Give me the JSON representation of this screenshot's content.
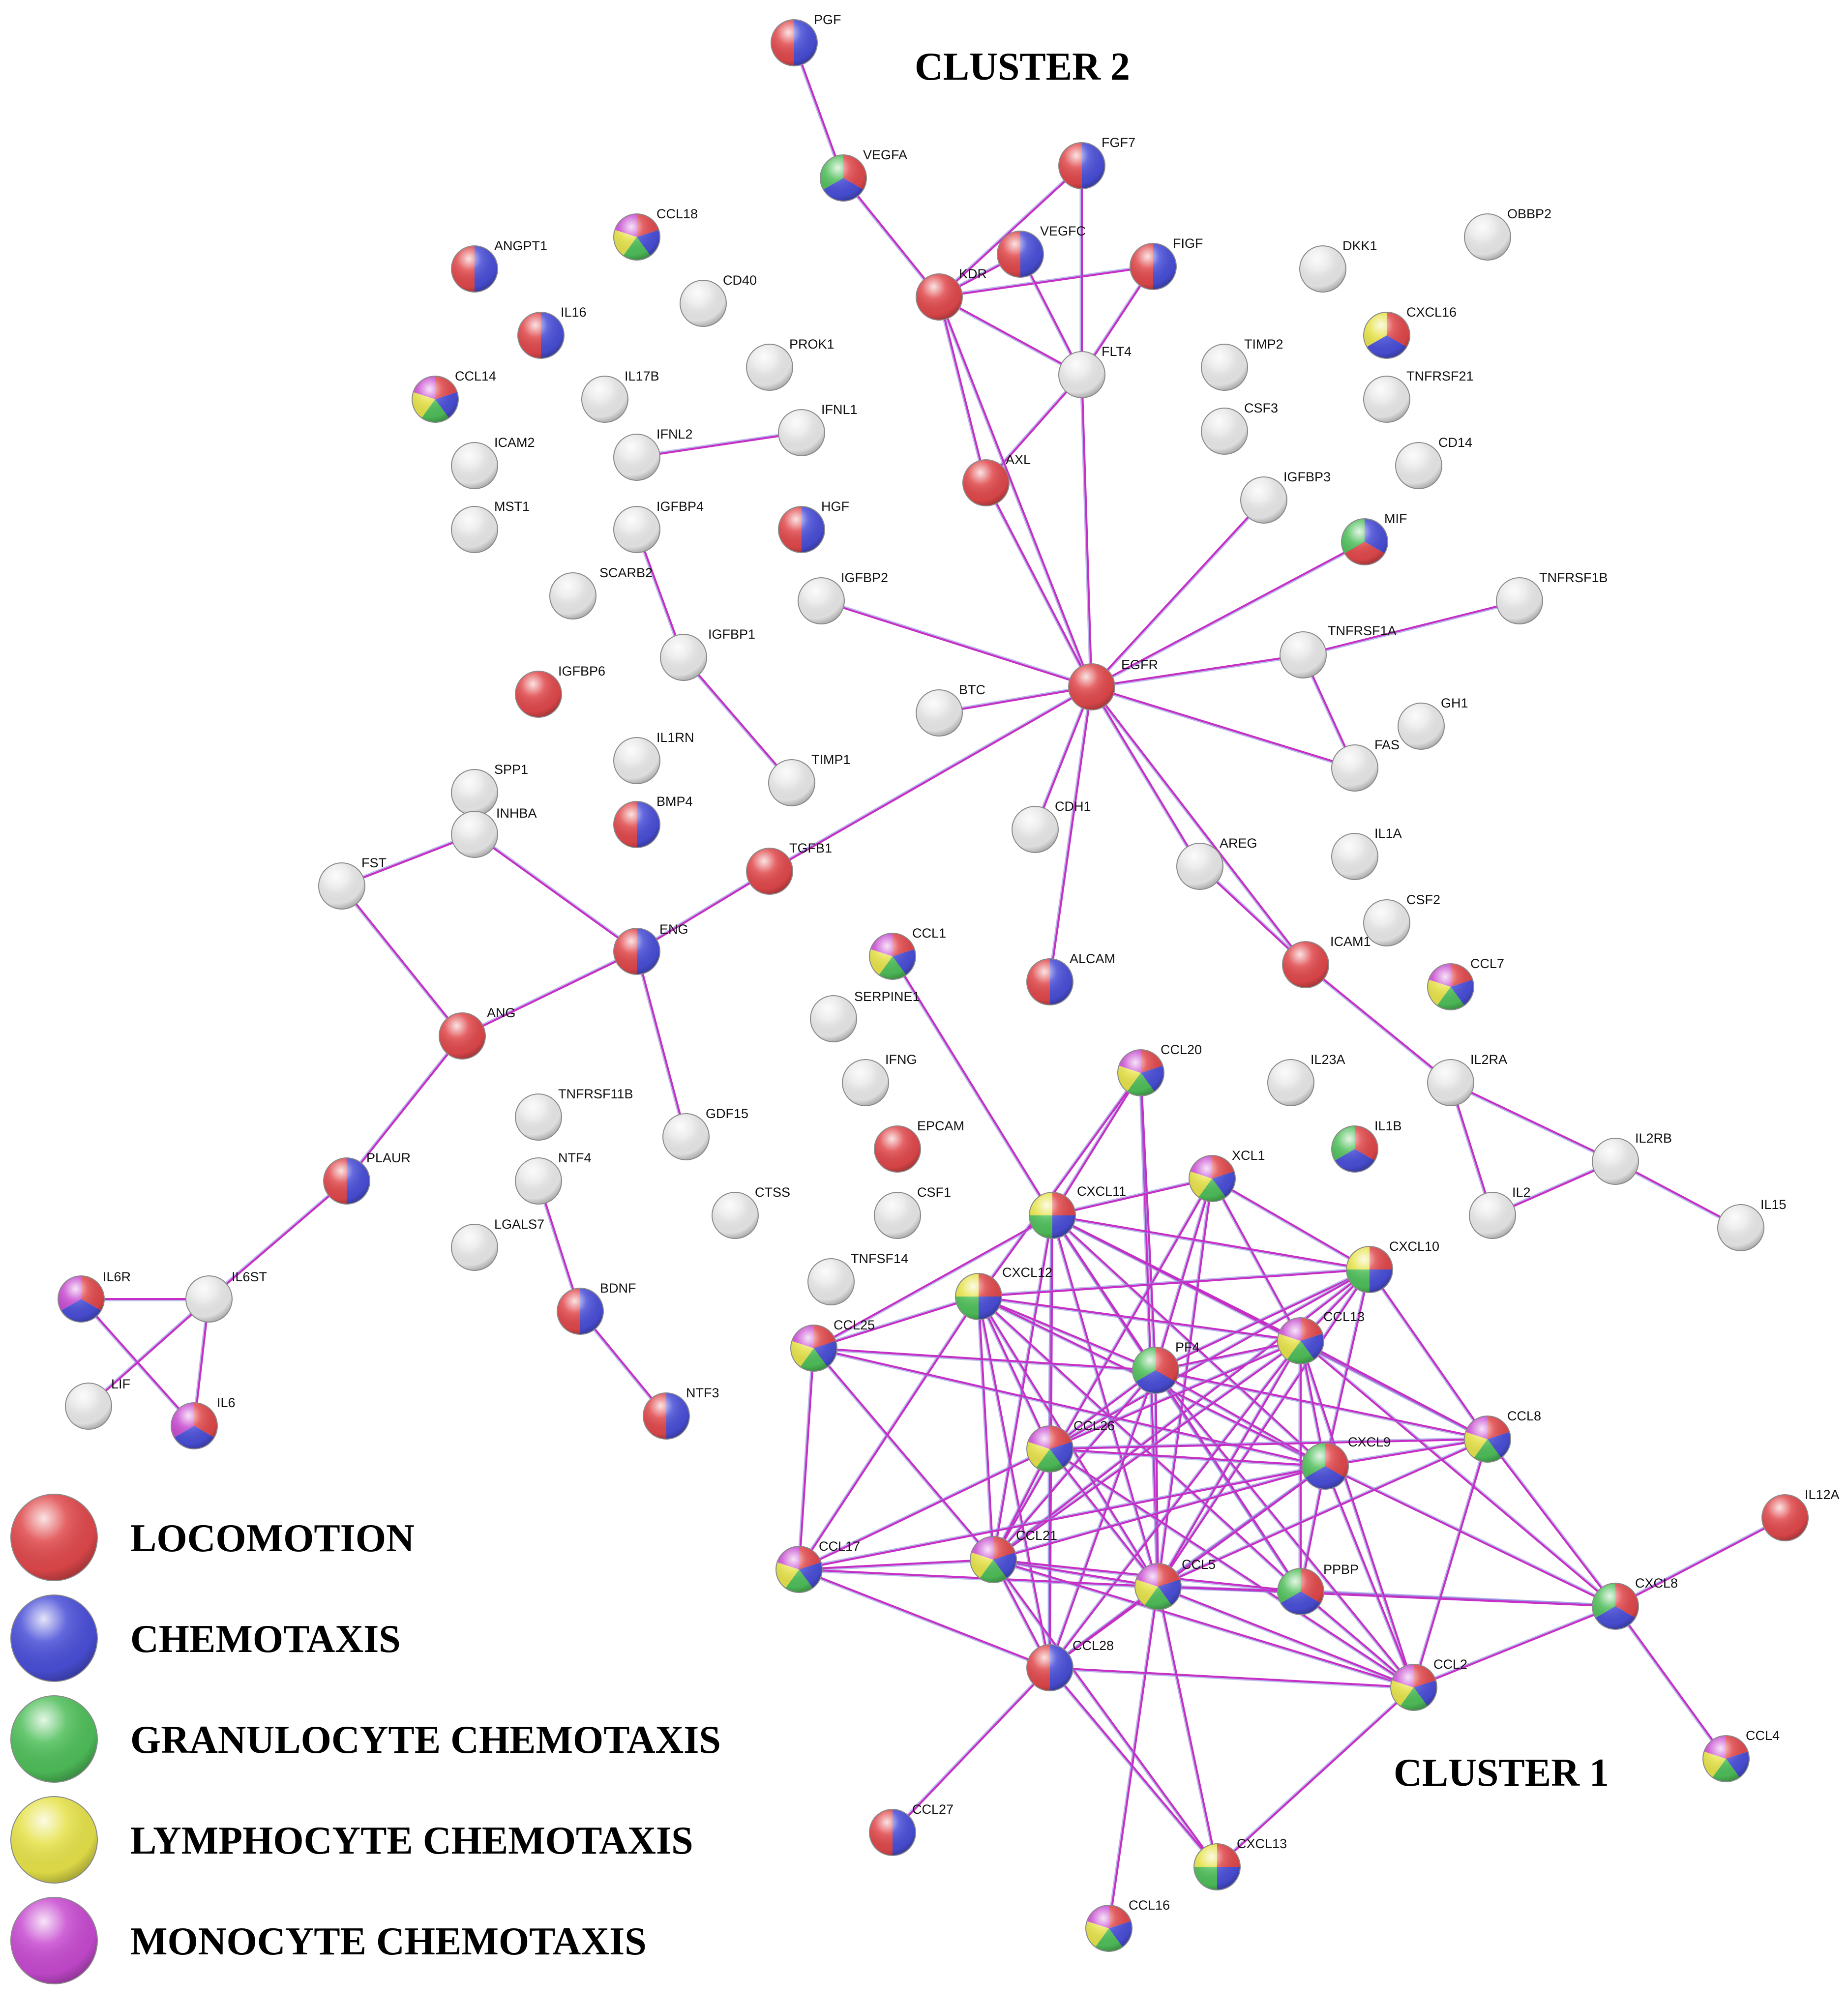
{
  "titles": {
    "cluster2": "CLUSTER 2",
    "cluster1": "CLUSTER 1"
  },
  "colors": {
    "locomotion": "#e0484b",
    "chemotaxis": "#4a4fd8",
    "granulocyte": "#4fbf5a",
    "lymphocyte": "#e6e24a",
    "monocyte": "#c74ad0",
    "empty": "#e9e9e9",
    "edge": "#c62fc6",
    "edge_alt": "#8c8ce0"
  },
  "legend": [
    {
      "key": "locomotion",
      "label": "LOCOMOTION"
    },
    {
      "key": "chemotaxis",
      "label": "CHEMOTAXIS"
    },
    {
      "key": "granulocyte",
      "label": "GRANULOCYTE CHEMOTAXIS"
    },
    {
      "key": "lymphocyte",
      "label": "LYMPHOCYTE CHEMOTAXIS"
    },
    {
      "key": "monocyte",
      "label": "MONOCYTE CHEMOTAXIS"
    }
  ],
  "nodes": [
    {
      "id": "PGF",
      "c": [
        "chemotaxis",
        "locomotion"
      ]
    },
    {
      "id": "VEGFA",
      "c": [
        "locomotion",
        "chemotaxis",
        "granulocyte"
      ]
    },
    {
      "id": "FGF7",
      "c": [
        "chemotaxis",
        "locomotion"
      ]
    },
    {
      "id": "VEGFC",
      "c": [
        "chemotaxis",
        "locomotion"
      ]
    },
    {
      "id": "FIGF",
      "c": [
        "chemotaxis",
        "locomotion"
      ]
    },
    {
      "id": "KDR",
      "c": [
        "locomotion"
      ]
    },
    {
      "id": "FLT4",
      "c": []
    },
    {
      "id": "AXL",
      "c": [
        "locomotion"
      ]
    },
    {
      "id": "CCL18",
      "c": [
        "locomotion",
        "chemotaxis",
        "granulocyte",
        "lymphocyte",
        "monocyte"
      ]
    },
    {
      "id": "ANGPT1",
      "c": [
        "chemotaxis",
        "locomotion"
      ]
    },
    {
      "id": "CD40",
      "c": []
    },
    {
      "id": "IL16",
      "c": [
        "chemotaxis",
        "locomotion"
      ]
    },
    {
      "id": "CCL14",
      "c": [
        "locomotion",
        "chemotaxis",
        "granulocyte",
        "lymphocyte",
        "monocyte"
      ]
    },
    {
      "id": "IL17B",
      "c": []
    },
    {
      "id": "PROK1",
      "c": []
    },
    {
      "id": "IFNL1",
      "c": []
    },
    {
      "id": "IFNL2",
      "c": []
    },
    {
      "id": "ICAM2",
      "c": []
    },
    {
      "id": "MST1",
      "c": []
    },
    {
      "id": "IGFBP4",
      "c": []
    },
    {
      "id": "HGF",
      "c": [
        "chemotaxis",
        "locomotion"
      ]
    },
    {
      "id": "SCARB2",
      "c": []
    },
    {
      "id": "IGFBP2",
      "c": []
    },
    {
      "id": "IGFBP1",
      "c": []
    },
    {
      "id": "IGFBP6",
      "c": [
        "locomotion"
      ]
    },
    {
      "id": "DKK1",
      "c": []
    },
    {
      "id": "OBBP2",
      "c": []
    },
    {
      "id": "CXCL16",
      "c": [
        "locomotion",
        "chemotaxis",
        "lymphocyte"
      ]
    },
    {
      "id": "TIMP2",
      "c": []
    },
    {
      "id": "TNFRSF21",
      "c": []
    },
    {
      "id": "CSF3",
      "c": []
    },
    {
      "id": "CD14",
      "c": []
    },
    {
      "id": "IGFBP3",
      "c": []
    },
    {
      "id": "MIF",
      "c": [
        "chemotaxis",
        "locomotion",
        "granulocyte"
      ]
    },
    {
      "id": "TNFRSF1B",
      "c": []
    },
    {
      "id": "TNFRSF1A",
      "c": []
    },
    {
      "id": "EGFR",
      "c": [
        "locomotion"
      ]
    },
    {
      "id": "BTC",
      "c": []
    },
    {
      "id": "GH1",
      "c": []
    },
    {
      "id": "FAS",
      "c": []
    },
    {
      "id": "CDH1",
      "c": []
    },
    {
      "id": "AREG",
      "c": []
    },
    {
      "id": "IL1A",
      "c": []
    },
    {
      "id": "CSF2",
      "c": []
    },
    {
      "id": "SPP1",
      "c": []
    },
    {
      "id": "INHBA",
      "c": []
    },
    {
      "id": "IL1RN",
      "c": []
    },
    {
      "id": "TIMP1",
      "c": []
    },
    {
      "id": "BMP4",
      "c": [
        "chemotaxis",
        "locomotion"
      ]
    },
    {
      "id": "FST",
      "c": []
    },
    {
      "id": "TGFB1",
      "c": [
        "locomotion"
      ]
    },
    {
      "id": "ENG",
      "c": [
        "chemotaxis",
        "locomotion"
      ]
    },
    {
      "id": "ANG",
      "c": [
        "locomotion"
      ]
    },
    {
      "id": "ICAM1",
      "c": [
        "locomotion"
      ]
    },
    {
      "id": "CCL7",
      "c": [
        "locomotion",
        "chemotaxis",
        "granulocyte",
        "lymphocyte",
        "monocyte"
      ]
    },
    {
      "id": "ALCAM",
      "c": [
        "chemotaxis",
        "locomotion"
      ]
    },
    {
      "id": "CCL1",
      "c": [
        "locomotion",
        "chemotaxis",
        "granulocyte",
        "lymphocyte",
        "monocyte"
      ]
    },
    {
      "id": "SERPINE1",
      "c": []
    },
    {
      "id": "IFNG",
      "c": []
    },
    {
      "id": "EPCAM",
      "c": [
        "locomotion"
      ]
    },
    {
      "id": "CSF1",
      "c": []
    },
    {
      "id": "TNFSF14",
      "c": []
    },
    {
      "id": "CTSS",
      "c": []
    },
    {
      "id": "GDF15",
      "c": []
    },
    {
      "id": "TNFRSF11B",
      "c": []
    },
    {
      "id": "NTF4",
      "c": []
    },
    {
      "id": "LGALS7",
      "c": []
    },
    {
      "id": "BDNF",
      "c": [
        "chemotaxis",
        "locomotion"
      ]
    },
    {
      "id": "NTF3",
      "c": [
        "chemotaxis",
        "locomotion"
      ]
    },
    {
      "id": "PLAUR",
      "c": [
        "chemotaxis",
        "locomotion"
      ]
    },
    {
      "id": "IL6R",
      "c": [
        "locomotion",
        "chemotaxis",
        "monocyte"
      ]
    },
    {
      "id": "IL6ST",
      "c": []
    },
    {
      "id": "LIF",
      "c": []
    },
    {
      "id": "IL6",
      "c": [
        "locomotion",
        "chemotaxis",
        "monocyte"
      ]
    },
    {
      "id": "IL23A",
      "c": []
    },
    {
      "id": "IL1B",
      "c": [
        "locomotion",
        "chemotaxis",
        "granulocyte"
      ]
    },
    {
      "id": "IL2RA",
      "c": []
    },
    {
      "id": "IL2RB",
      "c": []
    },
    {
      "id": "IL2",
      "c": []
    },
    {
      "id": "IL15",
      "c": []
    },
    {
      "id": "CCL20",
      "c": [
        "locomotion",
        "chemotaxis",
        "granulocyte",
        "lymphocyte",
        "monocyte"
      ]
    },
    {
      "id": "XCL1",
      "c": [
        "locomotion",
        "chemotaxis",
        "granulocyte",
        "lymphocyte",
        "monocyte"
      ]
    },
    {
      "id": "CXCL11",
      "c": [
        "locomotion",
        "chemotaxis",
        "granulocyte",
        "lymphocyte"
      ]
    },
    {
      "id": "CXCL10",
      "c": [
        "locomotion",
        "chemotaxis",
        "granulocyte",
        "lymphocyte"
      ]
    },
    {
      "id": "CXCL12",
      "c": [
        "locomotion",
        "chemotaxis",
        "granulocyte",
        "lymphocyte"
      ]
    },
    {
      "id": "CCL13",
      "c": [
        "locomotion",
        "chemotaxis",
        "granulocyte",
        "lymphocyte",
        "monocyte"
      ]
    },
    {
      "id": "CCL25",
      "c": [
        "locomotion",
        "chemotaxis",
        "granulocyte",
        "lymphocyte",
        "monocyte"
      ]
    },
    {
      "id": "PF4",
      "c": [
        "locomotion",
        "chemotaxis",
        "granulocyte"
      ]
    },
    {
      "id": "CCL8",
      "c": [
        "locomotion",
        "chemotaxis",
        "granulocyte",
        "lymphocyte",
        "monocyte"
      ]
    },
    {
      "id": "CCL26",
      "c": [
        "locomotion",
        "chemotaxis",
        "granulocyte",
        "lymphocyte",
        "monocyte"
      ]
    },
    {
      "id": "CXCL9",
      "c": [
        "locomotion",
        "chemotaxis",
        "granulocyte"
      ]
    },
    {
      "id": "IL12A",
      "c": [
        "locomotion"
      ]
    },
    {
      "id": "CCL17",
      "c": [
        "locomotion",
        "chemotaxis",
        "granulocyte",
        "lymphocyte",
        "monocyte"
      ]
    },
    {
      "id": "CCL21",
      "c": [
        "locomotion",
        "chemotaxis",
        "granulocyte",
        "lymphocyte",
        "monocyte"
      ]
    },
    {
      "id": "CCL5",
      "c": [
        "locomotion",
        "chemotaxis",
        "granulocyte",
        "lymphocyte",
        "monocyte"
      ]
    },
    {
      "id": "PPBP",
      "c": [
        "locomotion",
        "chemotaxis",
        "granulocyte"
      ]
    },
    {
      "id": "CXCL8",
      "c": [
        "locomotion",
        "chemotaxis",
        "granulocyte"
      ]
    },
    {
      "id": "CCL28",
      "c": [
        "chemotaxis",
        "locomotion"
      ]
    },
    {
      "id": "CCL2",
      "c": [
        "locomotion",
        "chemotaxis",
        "granulocyte",
        "lymphocyte",
        "monocyte"
      ]
    },
    {
      "id": "CCL4",
      "c": [
        "locomotion",
        "chemotaxis",
        "granulocyte",
        "lymphocyte",
        "monocyte"
      ]
    },
    {
      "id": "CCL27",
      "c": [
        "chemotaxis",
        "locomotion"
      ]
    },
    {
      "id": "CXCL13",
      "c": [
        "locomotion",
        "chemotaxis",
        "granulocyte",
        "lymphocyte"
      ]
    },
    {
      "id": "CCL16",
      "c": [
        "locomotion",
        "chemotaxis",
        "granulocyte",
        "lymphocyte",
        "monocyte"
      ]
    }
  ],
  "edges": [
    [
      "PGF",
      "VEGFA"
    ],
    [
      "VEGFA",
      "KDR"
    ],
    [
      "FGF7",
      "KDR"
    ],
    [
      "VEGFC",
      "KDR"
    ],
    [
      "FIGF",
      "KDR"
    ],
    [
      "KDR",
      "FLT4"
    ],
    [
      "VEGFC",
      "FLT4"
    ],
    [
      "FIGF",
      "FLT4"
    ],
    [
      "FGF7",
      "FLT4"
    ],
    [
      "KDR",
      "AXL"
    ],
    [
      "FLT4",
      "AXL"
    ],
    [
      "KDR",
      "EGFR"
    ],
    [
      "AXL",
      "EGFR"
    ],
    [
      "FLT4",
      "EGFR"
    ],
    [
      "IFNL1",
      "IFNL2"
    ],
    [
      "IGFBP4",
      "IGFBP1"
    ],
    [
      "IGFBP1",
      "TIMP1"
    ],
    [
      "EGFR",
      "IGFBP2"
    ],
    [
      "EGFR",
      "IGFBP3"
    ],
    [
      "EGFR",
      "MIF"
    ],
    [
      "EGFR",
      "TNFRSF1A"
    ],
    [
      "TNFRSF1A",
      "TNFRSF1B"
    ],
    [
      "TNFRSF1A",
      "FAS"
    ],
    [
      "EGFR",
      "FAS"
    ],
    [
      "EGFR",
      "BTC"
    ],
    [
      "EGFR",
      "CDH1"
    ],
    [
      "EGFR",
      "AREG"
    ],
    [
      "EGFR",
      "ALCAM"
    ],
    [
      "EGFR",
      "ICAM1"
    ],
    [
      "EGFR",
      "TGFB1"
    ],
    [
      "TGFB1",
      "ENG"
    ],
    [
      "ENG",
      "INHBA"
    ],
    [
      "ENG",
      "ANG"
    ],
    [
      "ENG",
      "GDF15"
    ],
    [
      "INHBA",
      "FST"
    ],
    [
      "FST",
      "ANG"
    ],
    [
      "ANG",
      "PLAUR"
    ],
    [
      "PLAUR",
      "IL6ST"
    ],
    [
      "IL6R",
      "IL6ST"
    ],
    [
      "IL6R",
      "IL6"
    ],
    [
      "IL6ST",
      "IL6"
    ],
    [
      "IL6ST",
      "LIF"
    ],
    [
      "NTF4",
      "BDNF"
    ],
    [
      "BDNF",
      "NTF3"
    ],
    [
      "ICAM1",
      "AREG"
    ],
    [
      "ICAM1",
      "IL2RA"
    ],
    [
      "IL2RA",
      "IL2RB"
    ],
    [
      "IL2RA",
      "IL2"
    ],
    [
      "IL2RB",
      "IL2"
    ],
    [
      "IL2RB",
      "IL15"
    ],
    [
      "CCL1",
      "CXCL11"
    ],
    [
      "IL12A",
      "CXCL8"
    ],
    [
      "CXCL8",
      "CCL4"
    ],
    [
      "CXCL8",
      "CCL2"
    ],
    [
      "CXCL8",
      "PPBP"
    ],
    [
      "CXCL8",
      "CCL8"
    ],
    [
      "CXCL8",
      "CXCL9"
    ],
    [
      "CXCL8",
      "CCL5"
    ],
    [
      "CXCL8",
      "CCL13"
    ],
    [
      "CCL20",
      "CXCL11"
    ],
    [
      "CCL20",
      "CXCL12"
    ],
    [
      "CCL20",
      "CCL5"
    ],
    [
      "CCL20",
      "PF4"
    ],
    [
      "XCL1",
      "CXCL11"
    ],
    [
      "XCL1",
      "CCL5"
    ],
    [
      "XCL1",
      "CCL13"
    ],
    [
      "XCL1",
      "PF4"
    ],
    [
      "XCL1",
      "CCL21"
    ],
    [
      "XCL1",
      "CXCL10"
    ],
    [
      "CXCL11",
      "CXCL10"
    ],
    [
      "CXCL11",
      "CCL13"
    ],
    [
      "CXCL11",
      "PF4"
    ],
    [
      "CXCL11",
      "CXCL9"
    ],
    [
      "CXCL11",
      "CCL26"
    ],
    [
      "CXCL11",
      "CCL5"
    ],
    [
      "CXCL11",
      "PPBP"
    ],
    [
      "CXCL11",
      "CCL21"
    ],
    [
      "CXCL11",
      "CCL28"
    ],
    [
      "CXCL11",
      "CCL8"
    ],
    [
      "CXCL10",
      "CCL13"
    ],
    [
      "CXCL10",
      "CXCL9"
    ],
    [
      "CXCL10",
      "PF4"
    ],
    [
      "CXCL10",
      "CCL5"
    ],
    [
      "CXCL10",
      "CXCL12"
    ],
    [
      "CXCL10",
      "CCL8"
    ],
    [
      "CXCL10",
      "CCL26"
    ],
    [
      "CXCL10",
      "CCL21"
    ],
    [
      "CXCL12",
      "CCL25"
    ],
    [
      "CXCL12",
      "PF4"
    ],
    [
      "CXCL12",
      "CCL13"
    ],
    [
      "CXCL12",
      "CXCL9"
    ],
    [
      "CXCL12",
      "CCL26"
    ],
    [
      "CXCL12",
      "CCL21"
    ],
    [
      "CXCL12",
      "CCL5"
    ],
    [
      "CXCL12",
      "CCL28"
    ],
    [
      "CXCL12",
      "PPBP"
    ],
    [
      "CXCL12",
      "CCL17"
    ],
    [
      "CCL25",
      "CCL17"
    ],
    [
      "CCL25",
      "CCL21"
    ],
    [
      "CCL25",
      "PF4"
    ],
    [
      "CCL25",
      "CXCL9"
    ],
    [
      "CCL25",
      "CXCL11"
    ],
    [
      "PF4",
      "CCL13"
    ],
    [
      "PF4",
      "CXCL9"
    ],
    [
      "PF4",
      "CCL26"
    ],
    [
      "PF4",
      "CCL5"
    ],
    [
      "PF4",
      "CCL21"
    ],
    [
      "PF4",
      "CCL28"
    ],
    [
      "PF4",
      "PPBP"
    ],
    [
      "PF4",
      "CCL8"
    ],
    [
      "PF4",
      "CCL2"
    ],
    [
      "CCL13",
      "CXCL9"
    ],
    [
      "CCL13",
      "CCL26"
    ],
    [
      "CCL13",
      "CCL5"
    ],
    [
      "CCL13",
      "CCL21"
    ],
    [
      "CCL13",
      "CCL8"
    ],
    [
      "CCL13",
      "CCL28"
    ],
    [
      "CCL13",
      "CCL2"
    ],
    [
      "CCL13",
      "PPBP"
    ],
    [
      "CCL8",
      "CXCL9"
    ],
    [
      "CCL8",
      "CCL5"
    ],
    [
      "CCL8",
      "CCL2"
    ],
    [
      "CCL8",
      "CCL26"
    ],
    [
      "CCL26",
      "CXCL9"
    ],
    [
      "CCL26",
      "CCL5"
    ],
    [
      "CCL26",
      "CCL21"
    ],
    [
      "CCL26",
      "CCL17"
    ],
    [
      "CCL26",
      "CCL28"
    ],
    [
      "CCL26",
      "CCL2"
    ],
    [
      "CXCL9",
      "CCL5"
    ],
    [
      "CXCL9",
      "PPBP"
    ],
    [
      "CXCL9",
      "CCL21"
    ],
    [
      "CXCL9",
      "CCL2"
    ],
    [
      "CXCL9",
      "CCL28"
    ],
    [
      "CXCL9",
      "CCL17"
    ],
    [
      "CCL17",
      "CCL21"
    ],
    [
      "CCL17",
      "CCL28"
    ],
    [
      "CCL17",
      "CCL5"
    ],
    [
      "CCL21",
      "CCL5"
    ],
    [
      "CCL21",
      "CCL28"
    ],
    [
      "CCL21",
      "CXCL13"
    ],
    [
      "CCL21",
      "CCL2"
    ],
    [
      "CCL21",
      "PPBP"
    ],
    [
      "CCL5",
      "PPBP"
    ],
    [
      "CCL5",
      "CCL28"
    ],
    [
      "CCL5",
      "CCL2"
    ],
    [
      "CCL5",
      "CCL16"
    ],
    [
      "CCL5",
      "CXCL13"
    ],
    [
      "CCL28",
      "CCL27"
    ],
    [
      "CCL28",
      "CXCL13"
    ],
    [
      "CCL28",
      "CCL2"
    ],
    [
      "PPBP",
      "CCL2"
    ],
    [
      "CCL2",
      "CXCL13"
    ]
  ]
}
